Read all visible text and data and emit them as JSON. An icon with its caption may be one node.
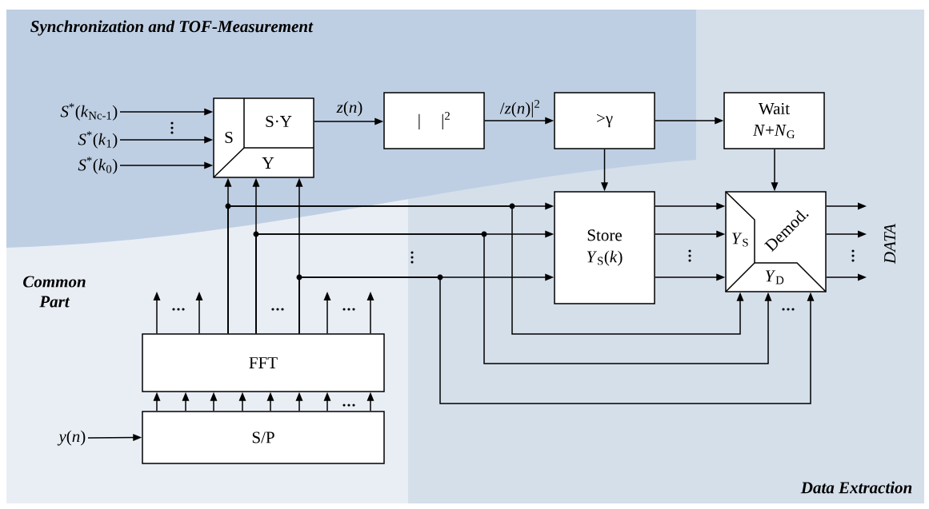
{
  "diagram": {
    "nodes": [
      {
        "text": [
          "*S*$^{*}$(*k*$_{Nc-1}$)"
        ]
      },
      {
        "text": [
          "*S*$^{*}$(*k*$_{1}$)"
        ]
      },
      {
        "text": [
          "*S*$^{*}$(*k*$_{0}$)"
        ]
      },
      {
        "text": [
          "S",
          "S·Y",
          "Y"
        ]
      },
      {
        "text": [
          "|  |$^{2}$"
        ]
      },
      {
        "text": [
          ">γ"
        ]
      },
      {
        "text": [
          "Wait",
          "*N*+*N*$_{G}$"
        ]
      },
      {
        "text": [
          "Store",
          "*Y*$_{S}$(*k*)"
        ]
      },
      {
        "text": [
          "*Y*$_{S}$",
          "Demod.",
          "*Y*$_{D}$"
        ]
      },
      {
        "text": [
          "FFT"
        ]
      },
      {
        "text": [
          "S/P"
        ]
      },
      {
        "text": [
          "*y*(*n*)"
        ]
      }
    ],
    "edges": [
      {
        "from": 0,
        "to": 3,
        "arrow": "to"
      },
      {
        "from": 1,
        "to": 3,
        "arrow": "to"
      },
      {
        "from": 2,
        "to": 3,
        "arrow": "to"
      },
      {
        "from": 3,
        "to": 4,
        "arrow": "to",
        "label": "*z*(*n*)"
      },
      {
        "from": 4,
        "to": 5,
        "arrow": "to",
        "label": "/*z*(*n*)|$^{2}$"
      },
      {
        "from": 5,
        "to": 6,
        "arrow": "to"
      },
      {
        "from": 5,
        "to": 7,
        "arrow": "to"
      },
      {
        "from": 6,
        "to": 8,
        "arrow": "to"
      },
      {
        "from": 9,
        "to": 3,
        "arrow": "to"
      },
      {
        "from": 9,
        "to": 3,
        "arrow": "to"
      },
      {
        "from": 9,
        "to": 3,
        "arrow": "to"
      },
      {
        "from": 9,
        "to": 7,
        "arrow": "to"
      },
      {
        "from": 9,
        "to": 7,
        "arrow": "to"
      },
      {
        "from": 9,
        "to": 7,
        "arrow": "to"
      },
      {
        "from": 9,
        "to": 8,
        "arrow": "to"
      },
      {
        "from": 9,
        "to": 8,
        "arrow": "to"
      },
      {
        "from": 9,
        "to": 8,
        "arrow": "to"
      },
      {
        "from": 7,
        "to": 8,
        "arrow": "to"
      },
      {
        "from": 7,
        "to": 8,
        "arrow": "to"
      },
      {
        "from": 7,
        "to": 8,
        "arrow": "to"
      },
      {
        "from": 8,
        "to": null,
        "arrow": "to"
      },
      {
        "from": 8,
        "to": null,
        "arrow": "to"
      },
      {
        "from": 8,
        "to": null,
        "arrow": "to"
      },
      {
        "from": 9,
        "to": null,
        "arrow": "to"
      },
      {
        "from": 9,
        "to": null,
        "arrow": "to"
      },
      {
        "from": 9,
        "to": null,
        "arrow": "to"
      },
      {
        "from": 9,
        "to": null,
        "arrow": "to"
      },
      {
        "from": 10,
        "to": 9,
        "arrow": "to"
      },
      {
        "from": 10,
        "to": 9,
        "arrow": "to"
      },
      {
        "from": 10,
        "to": 9,
        "arrow": "to"
      },
      {
        "from": 10,
        "to": 9,
        "arrow": "to"
      },
      {
        "from": 10,
        "to": 9,
        "arrow": "to"
      },
      {
        "from": 10,
        "to": 9,
        "arrow": "to"
      },
      {
        "from": 10,
        "to": 9,
        "arrow": "to"
      },
      {
        "from": 10,
        "to": 9,
        "arrow": "to"
      },
      {
        "from": 11,
        "to": 10,
        "arrow": "to"
      }
    ],
    "labels": [
      "Synchronization and TOF-Measurement",
      "Common Part",
      "DATA",
      "Data Extraction"
    ]
  }
}
